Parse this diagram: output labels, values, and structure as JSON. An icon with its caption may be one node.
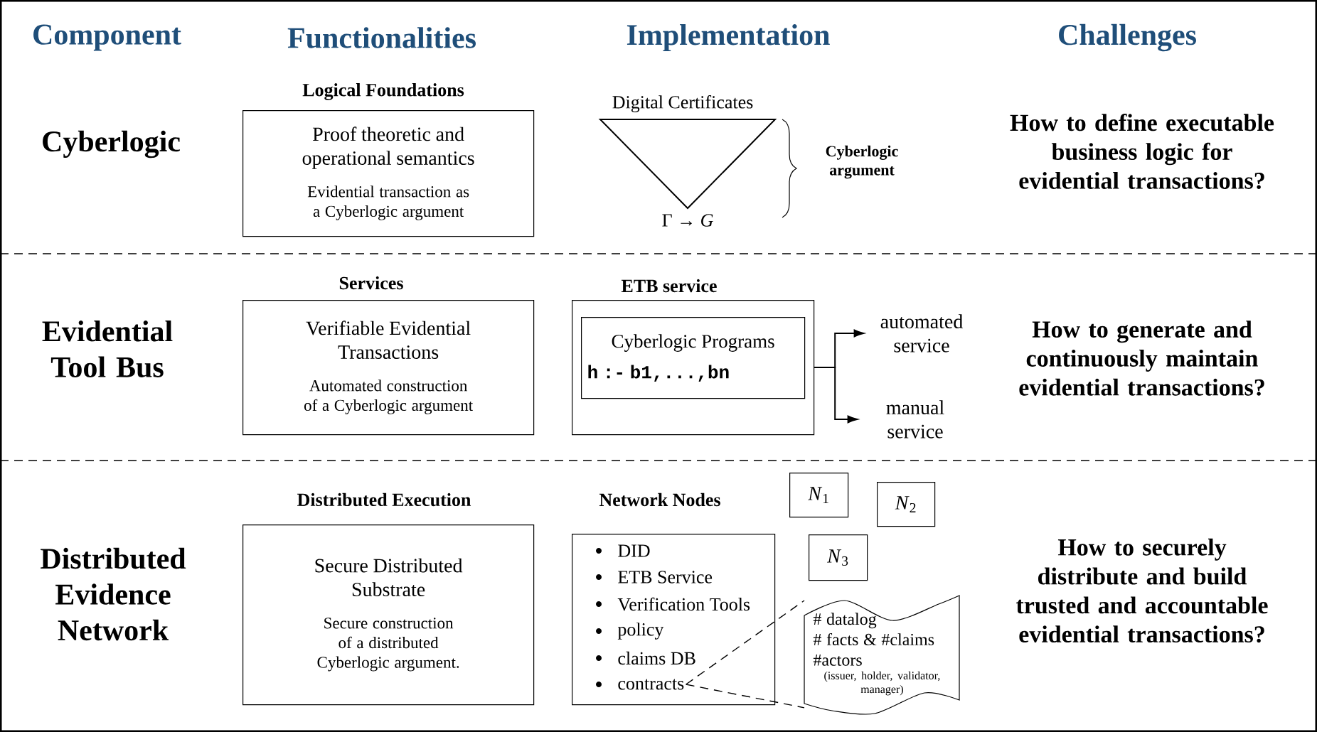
{
  "diagram": {
    "nodes": [
      {
        "text": [
          "Logical Foundations",
          "Proof theoretic and operational semantics",
          "Evidential transaction as a Cyberlogic argument"
        ]
      },
      {
        "text": [],
        "shape": "triangle",
        "beside": [
          "Digital Certificates",
          "Γ → *G*"
        ]
      },
      {
        "text": [
          "Services",
          "Verifiable Evidential Transactions",
          "Automated construction of a Cyberlogic argument"
        ]
      },
      {
        "text": [
          "ETB service"
        ]
      },
      {
        "text": [
          "Cyberlogic Programs",
          "h :- b1,...,bn"
        ],
        "in": 3
      },
      {
        "text": [
          "automated service"
        ]
      },
      {
        "text": [
          "manual service"
        ]
      },
      {
        "text": [
          "Distributed Execution",
          "Secure Distributed Substrate",
          "Secure construction of a distributed Cyberlogic argument."
        ]
      },
      {
        "text": [
          "Network Nodes"
        ]
      },
      {
        "text": [
          "DID"
        ],
        "in": 8
      },
      {
        "text": [
          "ETB Service"
        ],
        "in": 8
      },
      {
        "text": [
          "Verification Tools"
        ],
        "in": 8
      },
      {
        "text": [
          "policy"
        ],
        "in": 8
      },
      {
        "text": [
          "claims DB"
        ],
        "in": 8
      },
      {
        "text": [
          "contracts"
        ],
        "in": 8
      },
      {
        "text": [
          "*N*$_{1}$"
        ]
      },
      {
        "text": [
          "*N*$_{2}$"
        ]
      },
      {
        "text": [
          "*N*$_{3}$"
        ]
      },
      {
        "text": [
          "# datalog",
          "# facts & #claims",
          "#actors",
          "(issuer, holder, validator, manager)"
        ]
      }
    ],
    "edges": [
      {
        "from": 3,
        "to": 5,
        "arrow": "to"
      },
      {
        "from": 3,
        "to": 6,
        "arrow": "to"
      },
      {
        "from": 14,
        "to": 18,
        "arrow": "none",
        "style": "dashed"
      },
      {
        "from": 14,
        "to": 18,
        "arrow": "none",
        "style": "dashed"
      }
    ],
    "labels": [
      "Component",
      "Functionalities",
      "Implementation",
      "Challenges",
      "Cyberlogic",
      "Cyberlogic argument",
      "How to define executable business logic for evidential transactions?",
      "Evidential Tool Bus",
      "How to generate and continuously maintain evidential transactions?",
      "Distributed Evidence Network",
      "How to securely distribute and build trusted and accountable evidential transactions?"
    ]
  }
}
